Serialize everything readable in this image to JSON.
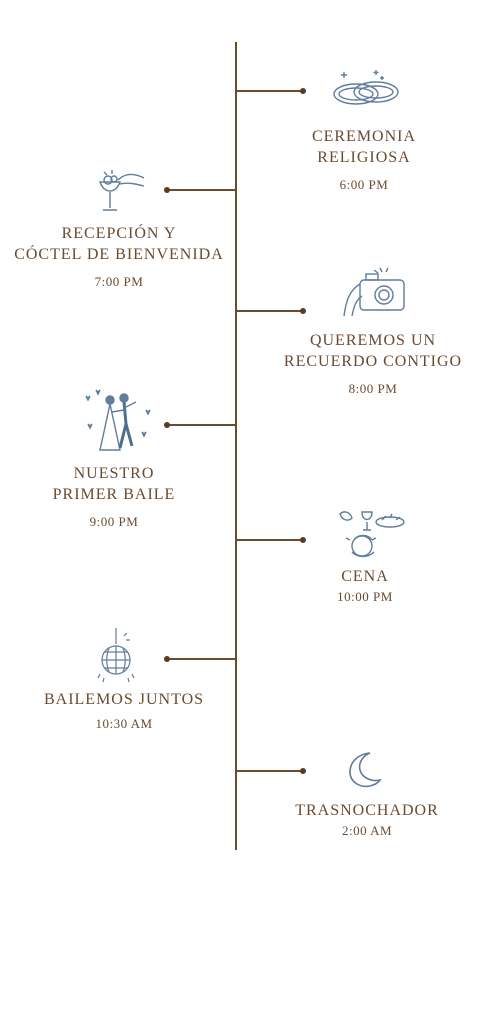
{
  "colors": {
    "line": "#6b4a2e",
    "text": "#6b4a2e",
    "icon": "#5f7d9c"
  },
  "events": [
    {
      "title": "CEREMONIA\nRELIGIOSA",
      "time": "6:00 PM",
      "icon": "wedding-rings-icon"
    },
    {
      "title": "RECEPCIÓN Y\nCÓCTEL DE BIENVENIDA",
      "time": "7:00 PM",
      "icon": "cocktail-glass-icon"
    },
    {
      "title": "QUEREMOS UN\nRECUERDO CONTIGO",
      "time": "8:00 PM",
      "icon": "camera-icon"
    },
    {
      "title": "NUESTRO\nPRIMER BAILE",
      "time": "9:00 PM",
      "icon": "dancing-couple-icon"
    },
    {
      "title": "CENA",
      "time": "10:00 PM",
      "icon": "dinner-table-icon"
    },
    {
      "title": "BAILEMOS JUNTOS",
      "time": "10:30 AM",
      "icon": "disco-ball-icon"
    },
    {
      "title": "TRASNOCHADOR",
      "time": "2:00 AM",
      "icon": "crescent-moon-icon"
    }
  ]
}
